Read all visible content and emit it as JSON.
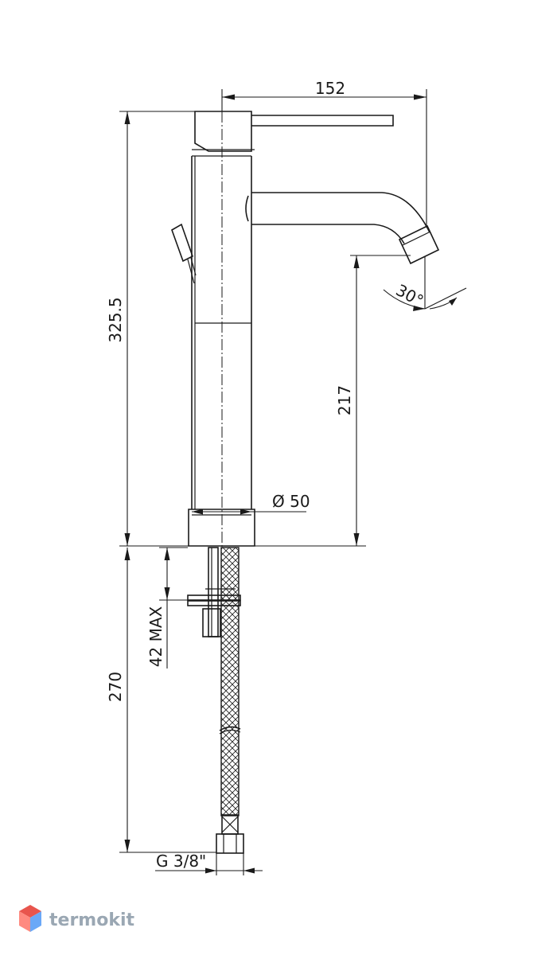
{
  "dimensions": {
    "spout_reach": "152",
    "total_height": "325.5",
    "spout_height": "217",
    "body_diameter": "Ø 50",
    "swivel_angle": "30°",
    "max_deck_thickness": "42 MAX",
    "hose_length": "270",
    "hose_thread": "G 3/8\""
  },
  "brand": {
    "name": "termokit",
    "logo_color_top": "#e8554d",
    "logo_color_left": "#ff8a80",
    "logo_color_right": "#6aa8f7"
  }
}
